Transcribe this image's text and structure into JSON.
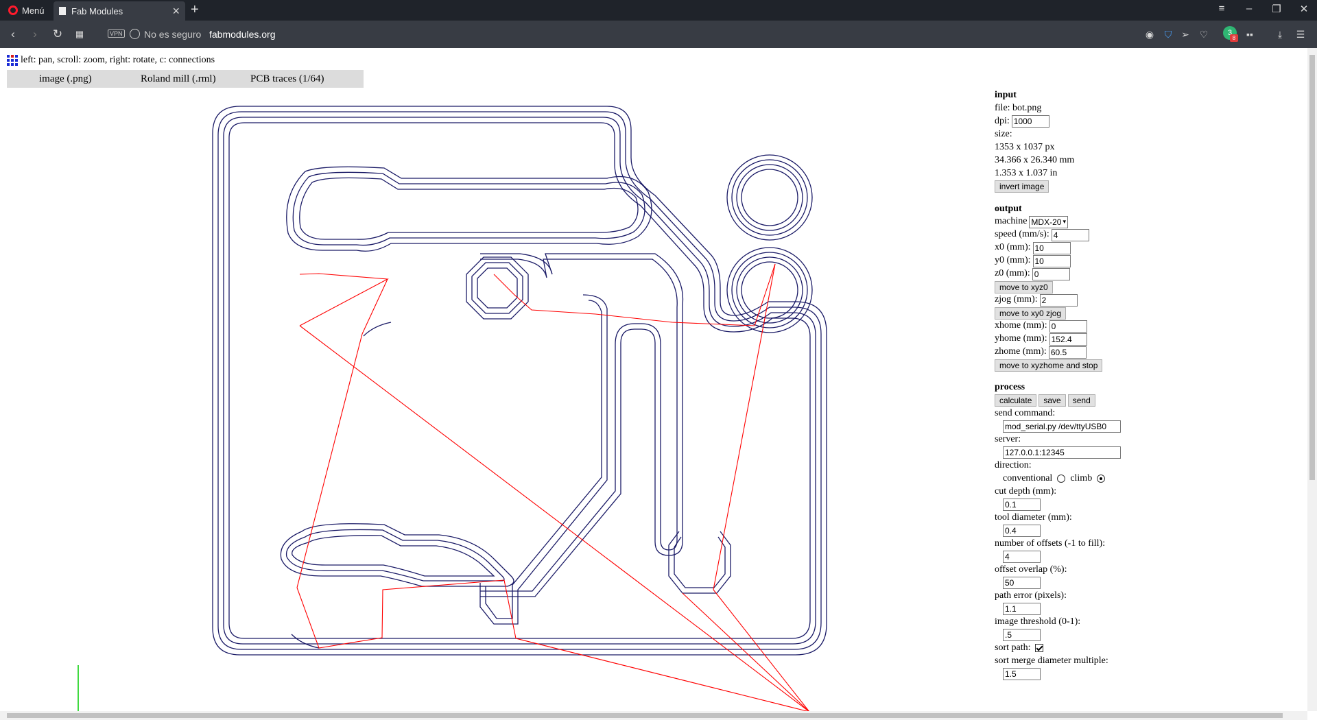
{
  "browser": {
    "menu_label": "Menú",
    "tab_title": "Fab Modules",
    "security_label": "No es seguro",
    "vpn_label": "VPN",
    "url": "fabmodules.org",
    "extension_badge": "3",
    "extension_count": "8"
  },
  "page": {
    "hint": "left: pan, scroll: zoom, right: rotate, c: connections",
    "tabs": [
      "image (.png)",
      "Roland mill (.rml)",
      "PCB traces (1/64)"
    ]
  },
  "panel": {
    "input": {
      "title": "input",
      "file_label": "file: bot.png",
      "dpi_label": "dpi:",
      "dpi_value": "1000",
      "size_label": "size:",
      "size_px": "1353 x 1037 px",
      "size_mm": "34.366 x 26.340 mm",
      "size_in": "1.353 x 1.037 in",
      "invert_button": "invert image"
    },
    "output": {
      "title": "output",
      "machine_label": "machine",
      "machine_value": "MDX-20",
      "speed_label": "speed (mm/s):",
      "speed_value": "4",
      "x0_label": "x0 (mm):",
      "x0_value": "10",
      "y0_label": "y0 (mm):",
      "y0_value": "10",
      "z0_label": "z0 (mm):",
      "z0_value": "0",
      "move_xyz0_button": "move to xyz0",
      "zjog_label": "zjog (mm):",
      "zjog_value": "2",
      "move_xy0zjog_button": "move to xy0 zjog",
      "xhome_label": "xhome (mm):",
      "xhome_value": "0",
      "yhome_label": "yhome (mm):",
      "yhome_value": "152.4",
      "zhome_label": "zhome (mm):",
      "zhome_value": "60.5",
      "move_home_button": "move to xyzhome and stop"
    },
    "process": {
      "title": "process",
      "calculate_button": "calculate",
      "save_button": "save",
      "send_button": "send",
      "send_command_label": "send command:",
      "send_command_value": "mod_serial.py /dev/ttyUSB0",
      "server_label": "server:",
      "server_value": "127.0.0.1:12345",
      "direction_label": "direction:",
      "conventional_label": "conventional",
      "climb_label": "climb",
      "direction_selected": "climb",
      "cut_depth_label": "cut depth (mm):",
      "cut_depth_value": "0.1",
      "tool_diameter_label": "tool diameter (mm):",
      "tool_diameter_value": "0.4",
      "offsets_label": "number of offsets (-1 to fill):",
      "offsets_value": "4",
      "overlap_label": "offset overlap (%):",
      "overlap_value": "50",
      "path_error_label": "path error (pixels):",
      "path_error_value": "1.1",
      "threshold_label": "image threshold (0-1):",
      "threshold_value": ".5",
      "sort_path_label": "sort path:",
      "sort_path_checked": true,
      "merge_label": "sort merge diameter multiple:",
      "merge_value": "1.5"
    }
  },
  "toolpath": {
    "trace_color": "#1a1a66",
    "connection_color": "#ff0000",
    "axis_y_color": "#00cc00",
    "axis_x_color": "#0000cc"
  }
}
